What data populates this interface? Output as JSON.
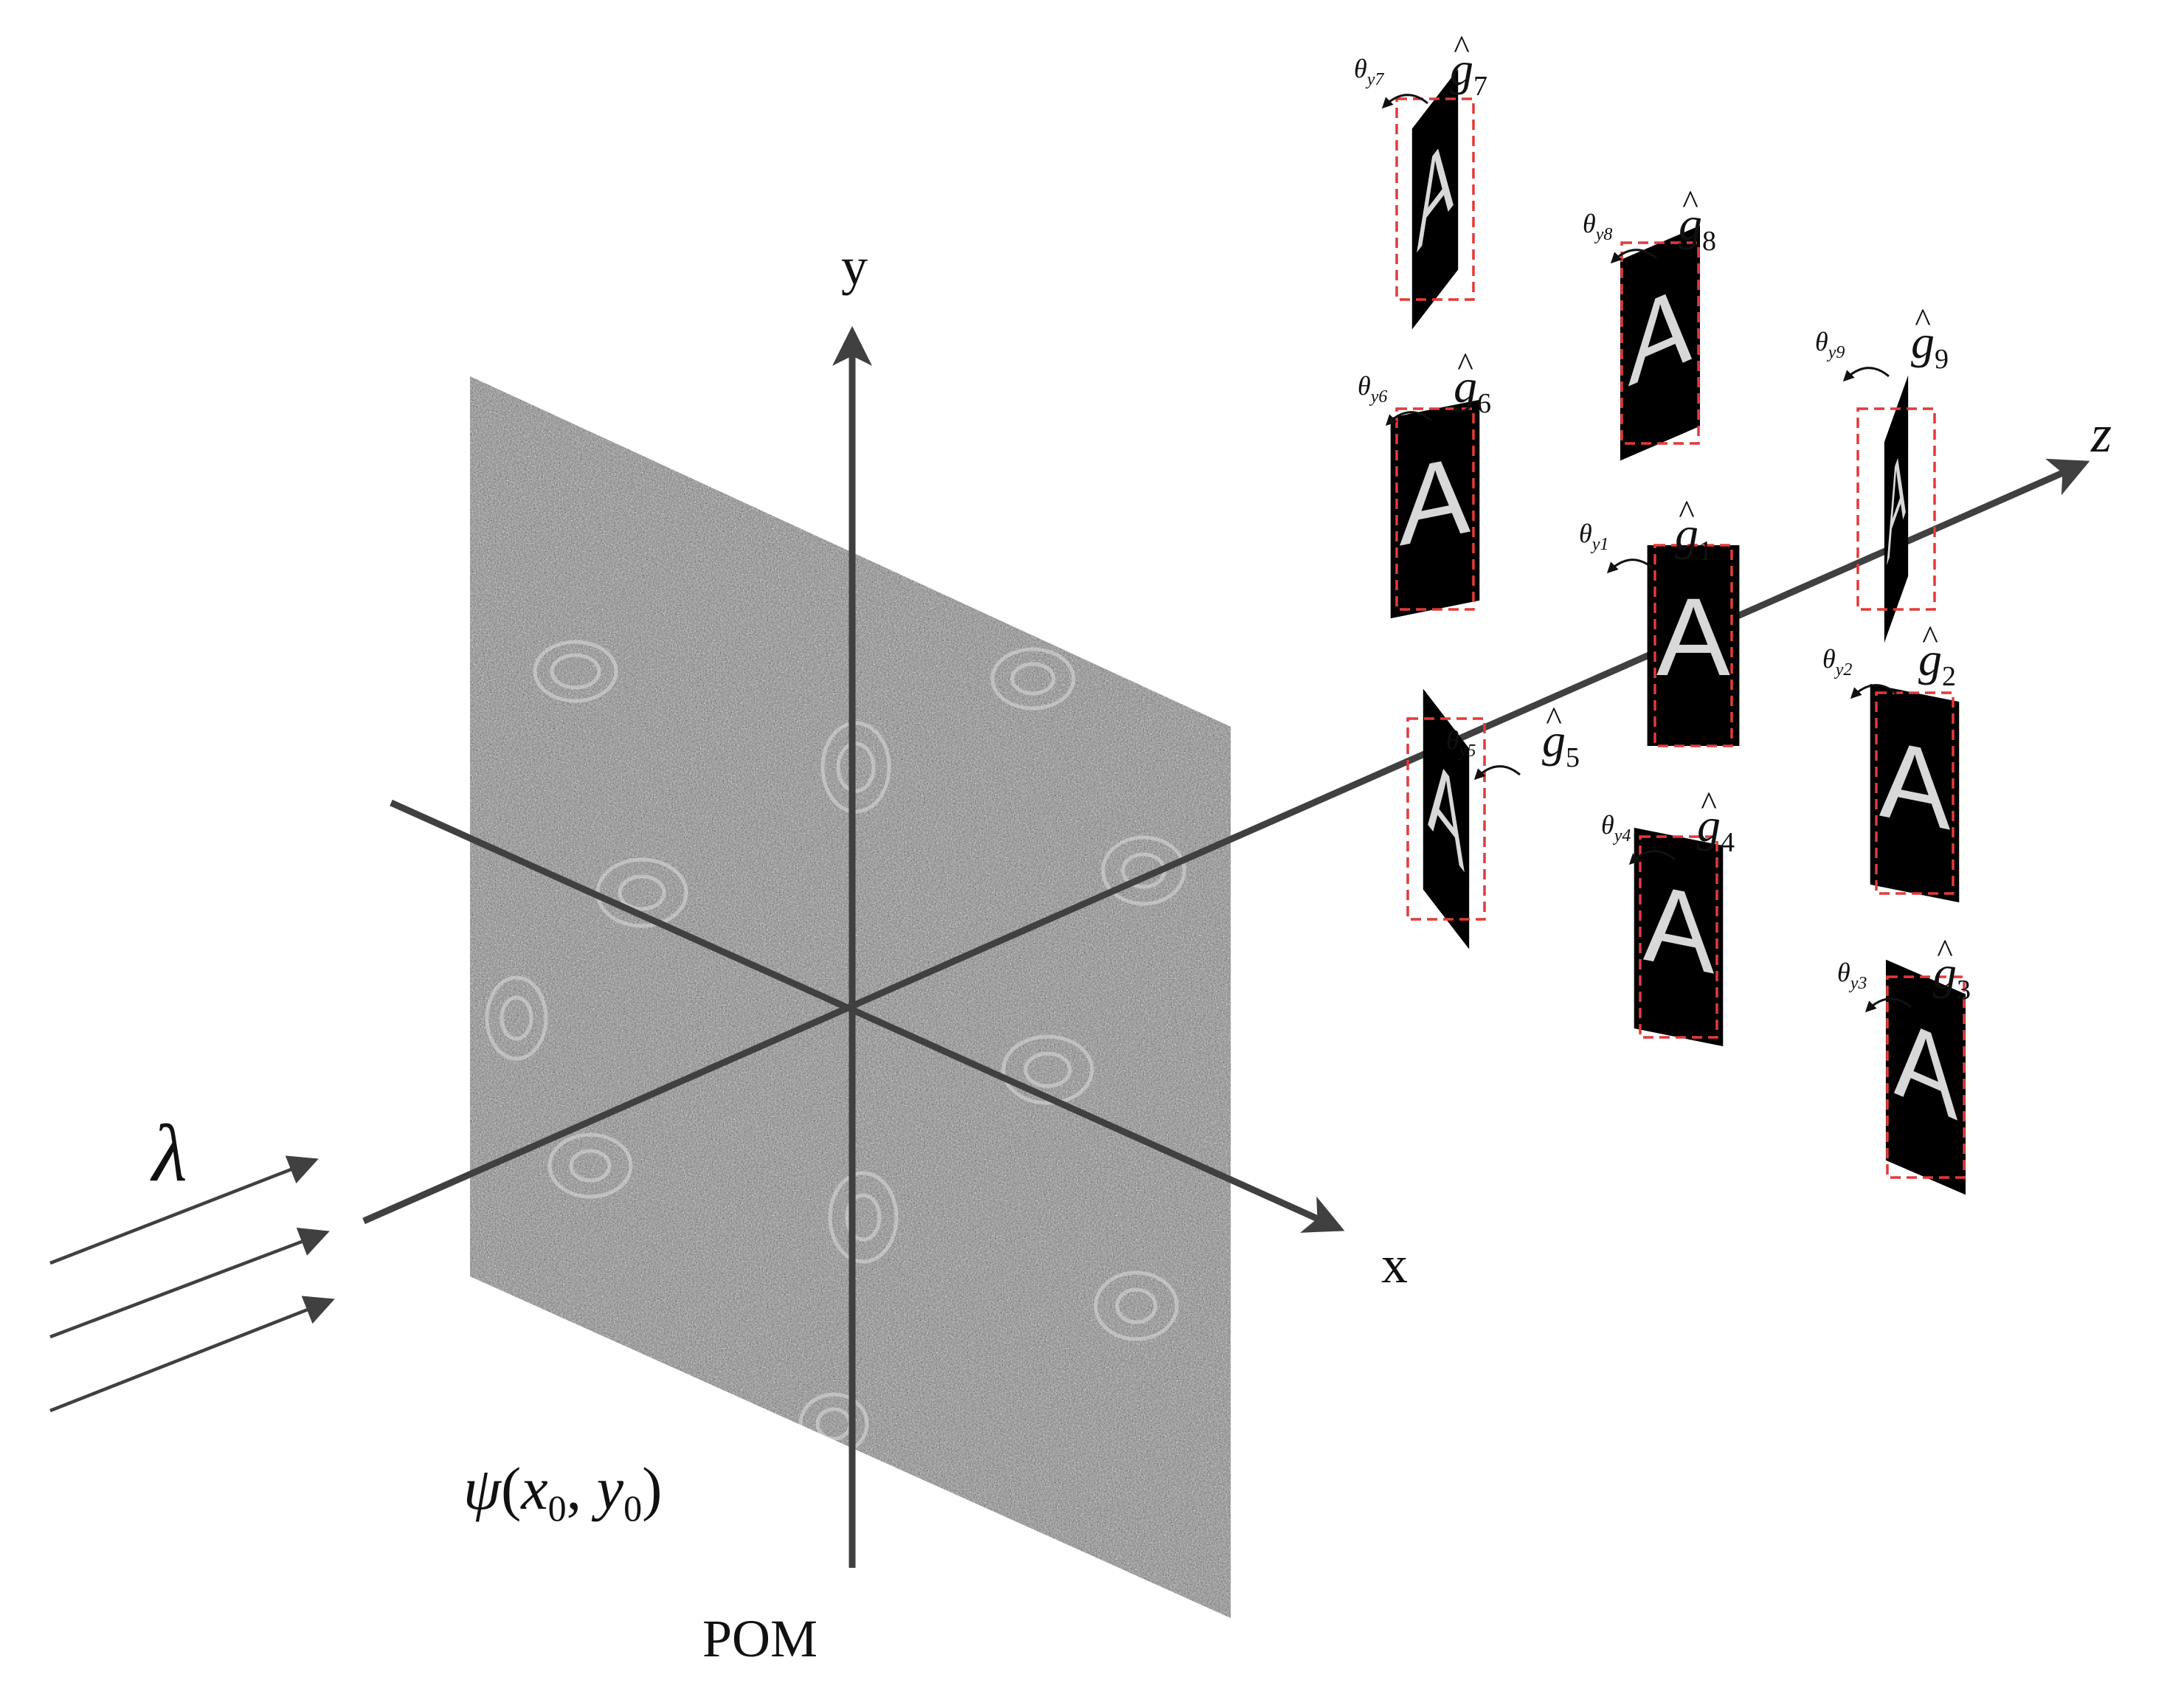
{
  "axes": {
    "y": "y",
    "x": "x",
    "z": "z"
  },
  "wavelength_label": "λ",
  "field_label": {
    "func": "ψ",
    "open": "(",
    "x": "x",
    "x_sub": "0",
    "sep": ", ",
    "y": "y",
    "y_sub": "0",
    "close": ")"
  },
  "hologram_label": "POM",
  "angle_symbol": "θ",
  "angle_sub_prefix": "y",
  "reconstruction_symbol": "g",
  "hat_mark": "^",
  "reconstructions": [
    {
      "index": "1",
      "tilt_deg": 0
    },
    {
      "index": "2",
      "tilt_deg": 15
    },
    {
      "index": "3",
      "tilt_deg": 30
    },
    {
      "index": "4",
      "tilt_deg": 15
    },
    {
      "index": "5",
      "tilt_deg": 60
    },
    {
      "index": "6",
      "tilt_deg": -15
    },
    {
      "index": "7",
      "tilt_deg": -60
    },
    {
      "index": "8",
      "tilt_deg": -30
    },
    {
      "index": "9",
      "tilt_deg": -75
    }
  ],
  "tile_letter": "A",
  "colors": {
    "axis": "#404040",
    "tile": "#000000",
    "letter": "#d8d8d8",
    "frame": "#e23a3a",
    "hologram_base": "#8a8a8a",
    "text": "#111111"
  }
}
